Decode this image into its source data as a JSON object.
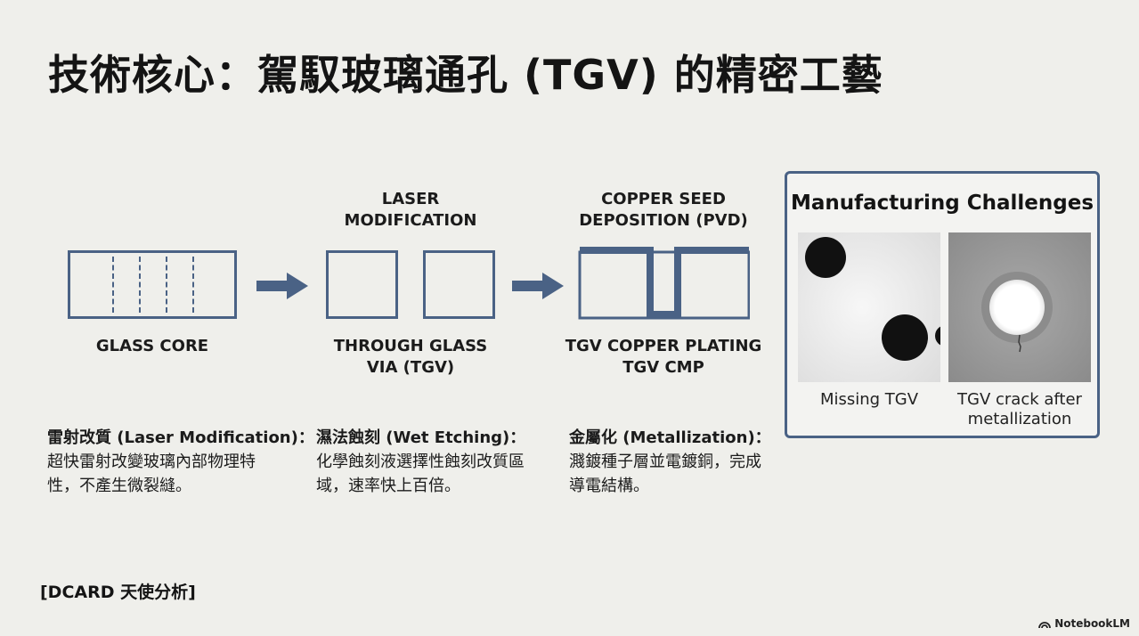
{
  "title": "技術核心：駕馭玻璃通孔 (TGV) 的精密工藝",
  "diagram": {
    "stage2_top_label": "LASER\nMODIFICATION",
    "stage3_top_label": "COPPER SEED\nDEPOSITION (PVD)",
    "stage1_label": "GLASS CORE",
    "stage2_label": "THROUGH GLASS\nVIA (TGV)",
    "stage3_label": "TGV COPPER PLATING\nTGV CMP"
  },
  "steps": [
    {
      "heading": "雷射改質 (Laser Modification)：",
      "body": "超快雷射改變玻璃內部物理特性，不產生微裂縫。"
    },
    {
      "heading": "濕法蝕刻 (Wet Etching)：",
      "body": "化學蝕刻液選擇性蝕刻改質區域，速率快上百倍。"
    },
    {
      "heading": "金屬化 (Metallization)：",
      "body": "濺鍍種子層並電鍍銅，完成導電結構。"
    }
  ],
  "challenges": {
    "title": "Manufacturing Challenges",
    "images": [
      {
        "caption": "Missing TGV"
      },
      {
        "caption": "TGV crack after metallization"
      }
    ]
  },
  "source": "[DCARD 天使分析]",
  "brand": "NotebookLM",
  "colors": {
    "accent": "#4a6285",
    "background": "#efefeb",
    "text": "#141414"
  }
}
